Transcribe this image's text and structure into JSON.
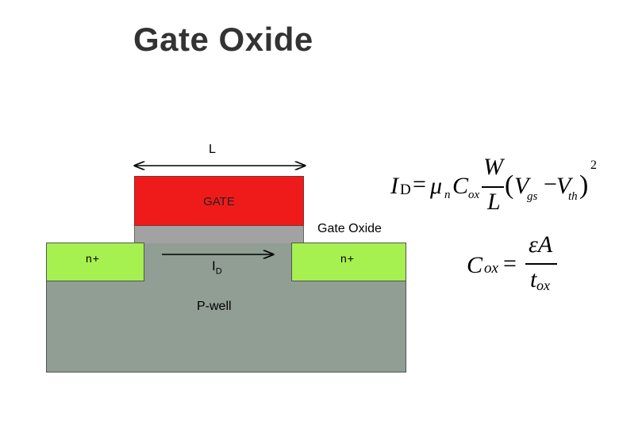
{
  "title": "Gate Oxide",
  "diagram": {
    "length_label": "L",
    "gate_label": "GATE",
    "oxide_label": "Gate Oxide",
    "source_label": "n+",
    "drain_label": "n+",
    "current_label_main": "I",
    "current_label_sub": "D",
    "well_label": "P-well"
  },
  "equations": {
    "id_equation": {
      "lhs": "I",
      "lhs_sub": "D",
      "equals": "=",
      "mu": "μ",
      "mu_sub": "n",
      "c": "C",
      "c_sub": "ox",
      "w": "W",
      "l": "L",
      "open_paren": "(",
      "vgs": "V",
      "vgs_sub": "gs",
      "minus": "−",
      "vth": "V",
      "vth_sub": "th",
      "close_paren": ")",
      "exponent": "2"
    },
    "cox_equation": {
      "lhs": "C",
      "lhs_sub": "ox",
      "equals": "=",
      "numerator": "εA",
      "den": "t",
      "den_sub": "ox"
    }
  },
  "colors": {
    "gate": "#ef1b1b",
    "oxide": "#a2a2a2",
    "well": "#909e94",
    "diffusion": "#a6f04f",
    "title": "#333333"
  }
}
